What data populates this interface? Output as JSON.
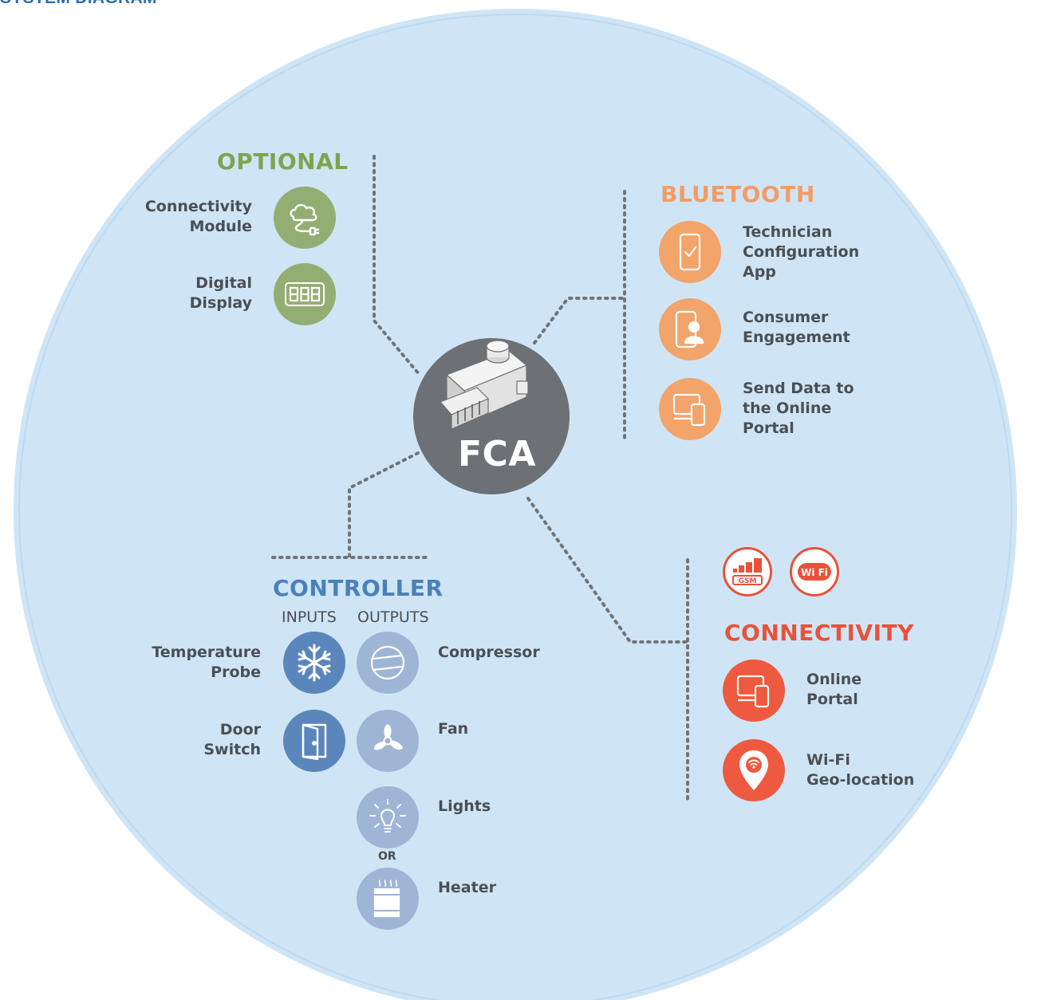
{
  "title": "SYSTEM DIAGRAM",
  "center": {
    "label": "FCA",
    "device_name": "FCA controller device"
  },
  "colors": {
    "background_circle": "#cde4f5",
    "optional": "#7da550",
    "bluetooth": "#f29d66",
    "connectivity": "#e8523a",
    "controller": "#4a80ba",
    "center_hub": "#6d7075"
  },
  "optional": {
    "heading": "OPTIONAL",
    "items": [
      {
        "label": "Connectivity\nModule",
        "icon": "cloud-plug-icon"
      },
      {
        "label": "Digital\nDisplay",
        "icon": "seven-segment-display-icon"
      }
    ]
  },
  "bluetooth": {
    "heading": "BLUETOOTH",
    "items": [
      {
        "label": "Technician\nConfiguration\nApp",
        "icon": "phone-check-icon"
      },
      {
        "label": "Consumer\nEngagement",
        "icon": "phone-user-icon"
      },
      {
        "label": "Send Data to\nthe Online\nPortal",
        "icon": "devices-icon"
      }
    ]
  },
  "connectivity": {
    "heading": "CONNECTIVITY",
    "badges": [
      {
        "icon": "gsm-icon",
        "text": "GSM"
      },
      {
        "icon": "wifi-badge-icon",
        "text": "Wi Fi"
      }
    ],
    "items": [
      {
        "label": "Online\nPortal",
        "icon": "devices-icon"
      },
      {
        "label": "Wi-Fi\nGeo-location",
        "icon": "location-pin-icon"
      }
    ]
  },
  "controller": {
    "heading": "CONTROLLER",
    "inputs_label": "INPUTS",
    "outputs_label": "OUTPUTS",
    "inputs": [
      {
        "label": "Temperature\nProbe",
        "icon": "snowflake-icon"
      },
      {
        "label": "Door\nSwitch",
        "icon": "door-icon"
      }
    ],
    "outputs": [
      {
        "label": "Compressor",
        "icon": "compressor-icon"
      },
      {
        "label": "Fan",
        "icon": "fan-icon"
      },
      {
        "label": "Lights",
        "icon": "light-bulb-icon"
      },
      {
        "label": "Heater",
        "icon": "heater-icon"
      }
    ],
    "or_label": "OR"
  }
}
